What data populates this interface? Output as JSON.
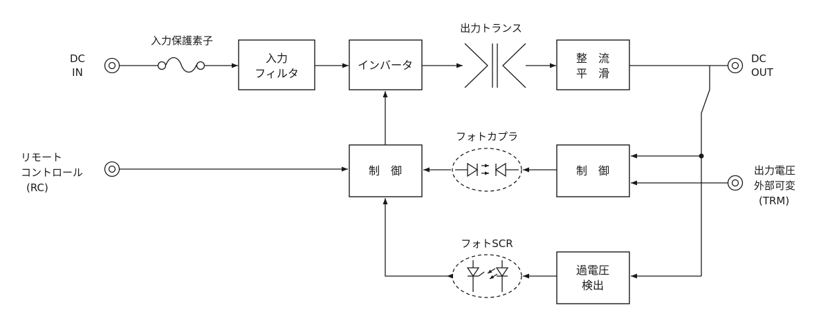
{
  "page": {
    "background": "#ffffff",
    "line_color": "#1a1a1a"
  },
  "terminals": {
    "dc_in": {
      "line1": "DC",
      "line2": "IN"
    },
    "dc_out": {
      "line1": "DC",
      "line2": "OUT"
    },
    "rc": {
      "line1": "リモート",
      "line2": "コントロール",
      "line3": "(RC)"
    },
    "trm": {
      "line1": "出力電圧",
      "line2": "外部可変",
      "line3": "(TRM)"
    }
  },
  "labels": {
    "input_protection": "入力保護素子",
    "output_transformer": "出力トランス",
    "photocoupler": "フォトカプラ",
    "photo_scr": "フォトSCR"
  },
  "blocks": {
    "input_filter": {
      "line1": "入力",
      "line2": "フィルタ"
    },
    "inverter": "インバータ",
    "rectifier": {
      "line1": "整　流",
      "line2": "平　滑"
    },
    "control_left": "制　御",
    "control_right": "制　御",
    "overvoltage": {
      "line1": "過電圧",
      "line2": "検出"
    }
  }
}
